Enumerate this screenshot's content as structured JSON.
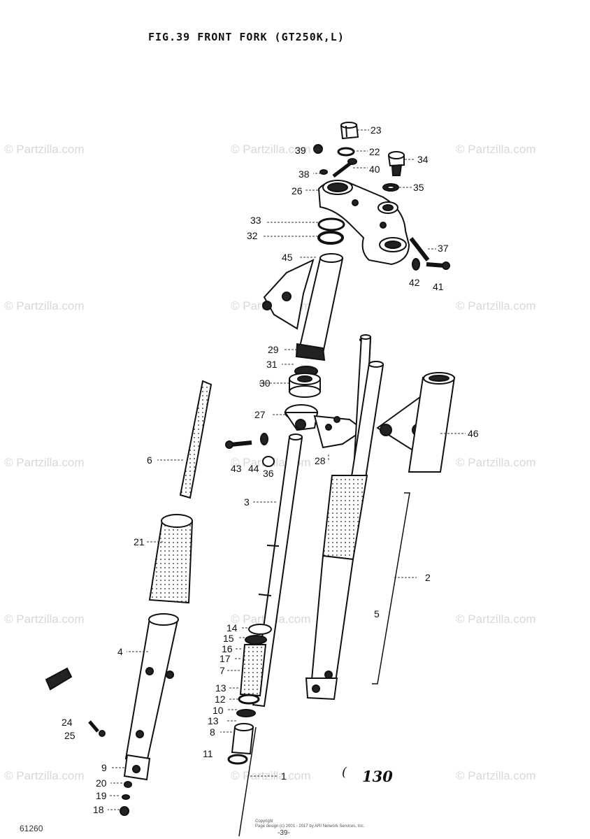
{
  "title": "FIG.39  FRONT FORK (GT250K,L)",
  "watermark": "© Partzilla.com",
  "page_mark": "130",
  "page_mark_prefix": "(",
  "bottom_code": "61260",
  "footer_line1": "Copyright",
  "footer_line2": "Page design (c) 2001 - 2017 by ARI Network Services, Inc.",
  "footer_page": "-39-",
  "callouts": {
    "c23": "23",
    "c22": "22",
    "c39": "39",
    "c40": "40",
    "c38": "38",
    "c34": "34",
    "c35": "35",
    "c26": "26",
    "c33": "33",
    "c32": "32",
    "c37": "37",
    "c45": "45",
    "c42": "42",
    "c41": "41",
    "c29": "29",
    "c31": "31",
    "c30": "30",
    "c27": "27",
    "c46": "46",
    "c6": "6",
    "c43": "43",
    "c44": "44",
    "c36": "36",
    "c28": "28",
    "c3": "3",
    "c21": "21",
    "c2": "2",
    "c5": "5",
    "c4": "4",
    "c14": "14",
    "c15": "15",
    "c16": "16",
    "c17": "17",
    "c7": "7",
    "c13a": "13",
    "c12": "12",
    "c10": "10",
    "c13b": "13",
    "c8": "8",
    "c24": "24",
    "c25": "25",
    "c11": "11",
    "c9": "9",
    "c1": "1",
    "c20": "20",
    "c19": "19",
    "c18": "18"
  }
}
